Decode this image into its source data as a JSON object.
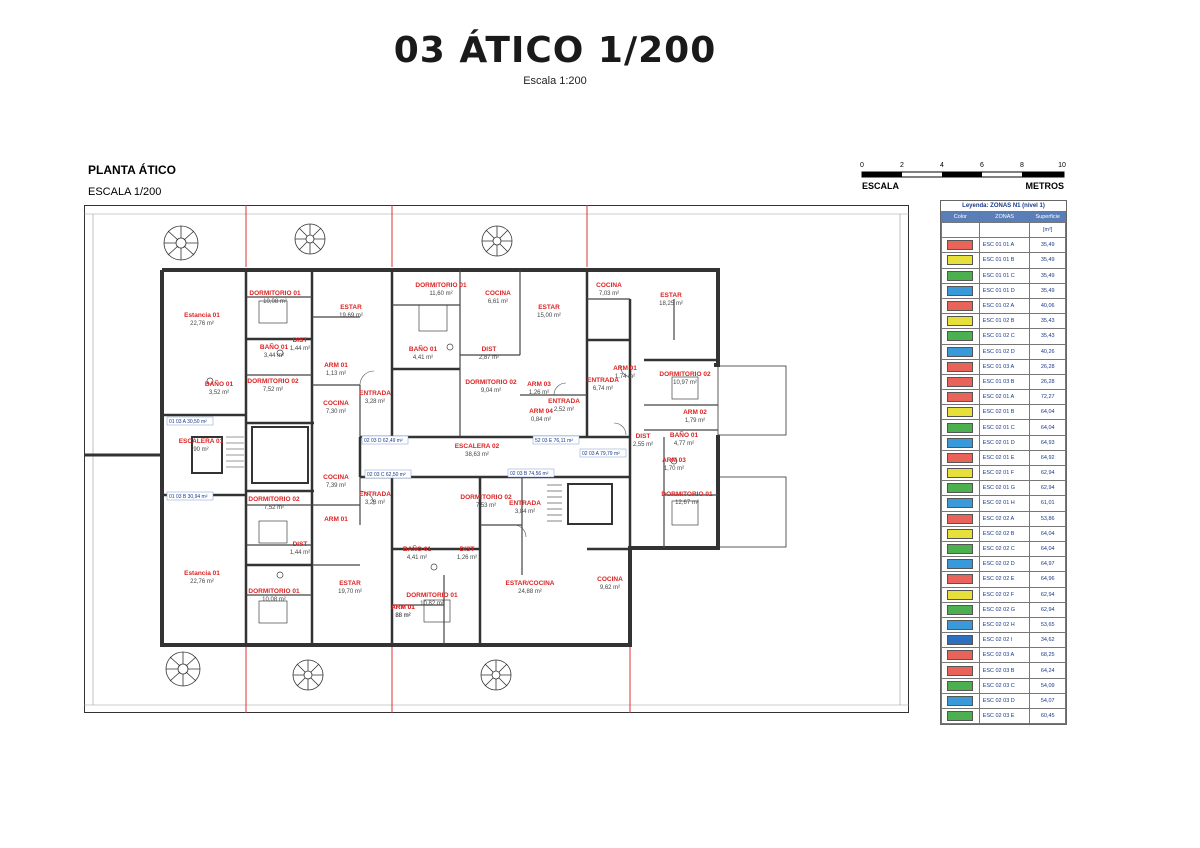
{
  "header": {
    "title": "03 ÁTICO 1/200",
    "subtitle": "Escala 1:200"
  },
  "plan": {
    "title": "PLANTA ÁTICO",
    "scale": "ESCALA 1/200"
  },
  "scalebar": {
    "ticks": [
      "0",
      "2",
      "4",
      "6",
      "8",
      "10"
    ],
    "left_label": "ESCALA",
    "right_label": "METROS"
  },
  "rooms": [
    {
      "name": "Estancia 01",
      "area": "22,76 m²"
    },
    {
      "name": "DORMITORIO 01",
      "area": "10,08 m²"
    },
    {
      "name": "ESTAR",
      "area": "19,69 m²"
    },
    {
      "name": "BAÑO 01",
      "area": "3,44 m²"
    },
    {
      "name": "DIST",
      "area": "1,44 m²"
    },
    {
      "name": "ARM 01",
      "area": "1,13 m²"
    },
    {
      "name": "BAÑO 01",
      "area": "3,52 m²"
    },
    {
      "name": "DORMITORIO 02",
      "area": "7,52 m²"
    },
    {
      "name": "COCINA",
      "area": "7,30 m²"
    },
    {
      "name": "ENTRADA",
      "area": "3,28 m²"
    },
    {
      "name": "ESCALERA 01",
      "area": "90 m²"
    },
    {
      "name": "COCINA",
      "area": "7,39 m²"
    },
    {
      "name": "ENTRADA",
      "area": "3,28 m²"
    },
    {
      "name": "DORMITORIO 02",
      "area": "7,52 m²"
    },
    {
      "name": "ARM 01",
      "area": ""
    },
    {
      "name": "DIST",
      "area": "1,44 m²"
    },
    {
      "name": "Estancia 01",
      "area": "22,76 m²"
    },
    {
      "name": "ESTAR",
      "area": "19,70 m²"
    },
    {
      "name": "DORMITORIO 01",
      "area": "10,08 m²"
    },
    {
      "name": "ARM 01",
      "area": "88 m²"
    },
    {
      "name": "DORMITORIO 01",
      "area": "11,60 m²"
    },
    {
      "name": "COCINA",
      "area": "6,61 m²"
    },
    {
      "name": "ESTAR",
      "area": "15,00 m²"
    },
    {
      "name": "BAÑO 01",
      "area": "4,41 m²"
    },
    {
      "name": "DIST",
      "area": "2,87 m²"
    },
    {
      "name": "DORMITORIO 02",
      "area": "9,04 m²"
    },
    {
      "name": "ARM 03",
      "area": "1,26 m²"
    },
    {
      "name": "ENTRADA",
      "area": "2,52 m²"
    },
    {
      "name": "ARM 04",
      "area": "0,84 m²"
    },
    {
      "name": "ESCALERA 02",
      "area": "38,63 m²"
    },
    {
      "name": "DORMITORIO 02",
      "area": "7,53 m²"
    },
    {
      "name": "ENTRADA",
      "area": "3,84 m²"
    },
    {
      "name": "BAÑO 01",
      "area": "4,41 m²"
    },
    {
      "name": "DIST",
      "area": "1,26 m²"
    },
    {
      "name": "DORMITORIO 01",
      "area": "10,82 m²"
    },
    {
      "name": "ESTAR/COCINA",
      "area": "24,88 m²"
    },
    {
      "name": "ARM 01",
      "area": "88 m²"
    },
    {
      "name": "COCINA",
      "area": "7,03 m²"
    },
    {
      "name": "ESTAR",
      "area": "18,25 m²"
    },
    {
      "name": "ENTRADA",
      "area": "6,74 m²"
    },
    {
      "name": "ARM 01",
      "area": "1,74 m²"
    },
    {
      "name": "DORMITORIO 02",
      "area": "10,97 m²"
    },
    {
      "name": "ARM 02",
      "area": "1,79 m²"
    },
    {
      "name": "DIST",
      "area": "2,55 m²"
    },
    {
      "name": "BAÑO 01",
      "area": "4,77 m²"
    },
    {
      "name": "ARM 03",
      "area": "1,70 m²"
    },
    {
      "name": "DORMITORIO 01",
      "area": "12,67 m²"
    },
    {
      "name": "COCINA",
      "area": "9,62 m²"
    }
  ],
  "unit_tags": [
    "01 03 A 30,50 m²",
    "02 03 D 62,49 m²",
    "02 03 C 62,50 m²",
    "52 03 E 76,11 m²",
    "02 03 A 79,79 m²",
    "02 03 B 74,56 m²",
    "01 03 B 30,94 m²"
  ],
  "legend": {
    "title": "Leyenda: ZONAS N1 (nivel 1)",
    "headers": [
      "Color",
      "ZONAS",
      "Superficie"
    ],
    "unit_row": "[m²]",
    "rows": [
      {
        "name": "ESC 01 01 A",
        "area": "35,49",
        "color": "#e8635a"
      },
      {
        "name": "ESC 01 01 B",
        "area": "35,49",
        "color": "#e8e03a"
      },
      {
        "name": "ESC 01 01 C",
        "area": "35,49",
        "color": "#4caf50"
      },
      {
        "name": "ESC 01 01 D",
        "area": "35,49",
        "color": "#3a9ad9"
      },
      {
        "name": "ESC 01 02 A",
        "area": "40,06",
        "color": "#e8635a"
      },
      {
        "name": "ESC 01 02 B",
        "area": "35,43",
        "color": "#e8e03a"
      },
      {
        "name": "ESC 01 02 C",
        "area": "35,43",
        "color": "#4caf50"
      },
      {
        "name": "ESC 01 02 D",
        "area": "40,26",
        "color": "#3a9ad9"
      },
      {
        "name": "ESC 01 03 A",
        "area": "26,28",
        "color": "#e8635a"
      },
      {
        "name": "ESC 01 03 B",
        "area": "26,28",
        "color": "#e8635a"
      },
      {
        "name": "ESC 02 01 A",
        "area": "72,27",
        "color": "#e8635a"
      },
      {
        "name": "ESC 02 01 B",
        "area": "64,04",
        "color": "#e8e03a"
      },
      {
        "name": "ESC 02 01 C",
        "area": "64,04",
        "color": "#4caf50"
      },
      {
        "name": "ESC 02 01 D",
        "area": "64,93",
        "color": "#3a9ad9"
      },
      {
        "name": "ESC 02 01 E",
        "area": "64,92",
        "color": "#e8635a"
      },
      {
        "name": "ESC 02 01 F",
        "area": "62,94",
        "color": "#e8e03a"
      },
      {
        "name": "ESC 02 01 G",
        "area": "62,94",
        "color": "#4caf50"
      },
      {
        "name": "ESC 02 01 H",
        "area": "61,01",
        "color": "#3a9ad9"
      },
      {
        "name": "ESC 02 02 A",
        "area": "53,86",
        "color": "#e8635a"
      },
      {
        "name": "ESC 02 02 B",
        "area": "64,04",
        "color": "#e8e03a"
      },
      {
        "name": "ESC 02 02 C",
        "area": "64,04",
        "color": "#4caf50"
      },
      {
        "name": "ESC 02 02 D",
        "area": "64,97",
        "color": "#3a9ad9"
      },
      {
        "name": "ESC 02 02 E",
        "area": "64,96",
        "color": "#e8635a"
      },
      {
        "name": "ESC 02 02 F",
        "area": "62,94",
        "color": "#e8e03a"
      },
      {
        "name": "ESC 02 02 G",
        "area": "62,94",
        "color": "#4caf50"
      },
      {
        "name": "ESC 02 02 H",
        "area": "53,65",
        "color": "#3a9ad9"
      },
      {
        "name": "ESC 02 02 I",
        "area": "34,62",
        "color": "#2f6fbf"
      },
      {
        "name": "ESC 02 03 A",
        "area": "68,25",
        "color": "#e8635a"
      },
      {
        "name": "ESC 02 03 B",
        "area": "64,24",
        "color": "#e8635a"
      },
      {
        "name": "ESC 02 03 C",
        "area": "54,09",
        "color": "#4caf50"
      },
      {
        "name": "ESC 02 03 D",
        "area": "54,07",
        "color": "#3a9ad9"
      },
      {
        "name": "ESC 02 03 E",
        "area": "60,45",
        "color": "#4caf50"
      }
    ]
  }
}
